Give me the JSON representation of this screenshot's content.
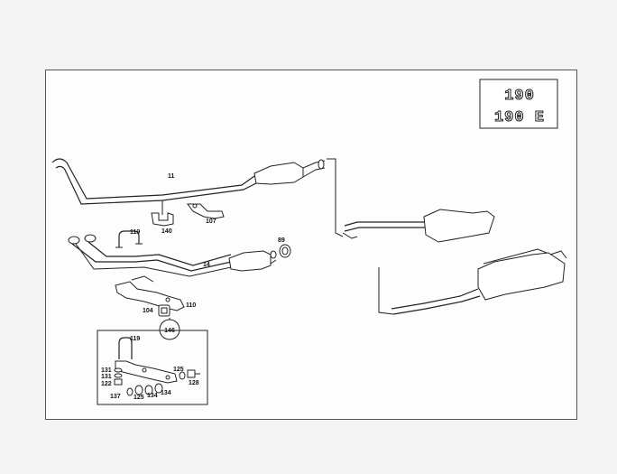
{
  "badge": {
    "line1": "190",
    "line2": "190 E"
  },
  "parts": {
    "p11": "11",
    "p89": "89",
    "p104": "104",
    "p107": "107",
    "p110": "110",
    "p119_top": "119",
    "p119_kit": "119",
    "p140": "140",
    "p14": "14",
    "p146": "146",
    "p131a": "131",
    "p131b": "131",
    "p122": "122",
    "p137": "137",
    "p125a": "125",
    "p125b": "125",
    "p134a": "134",
    "p134b": "134",
    "p128": "128"
  }
}
